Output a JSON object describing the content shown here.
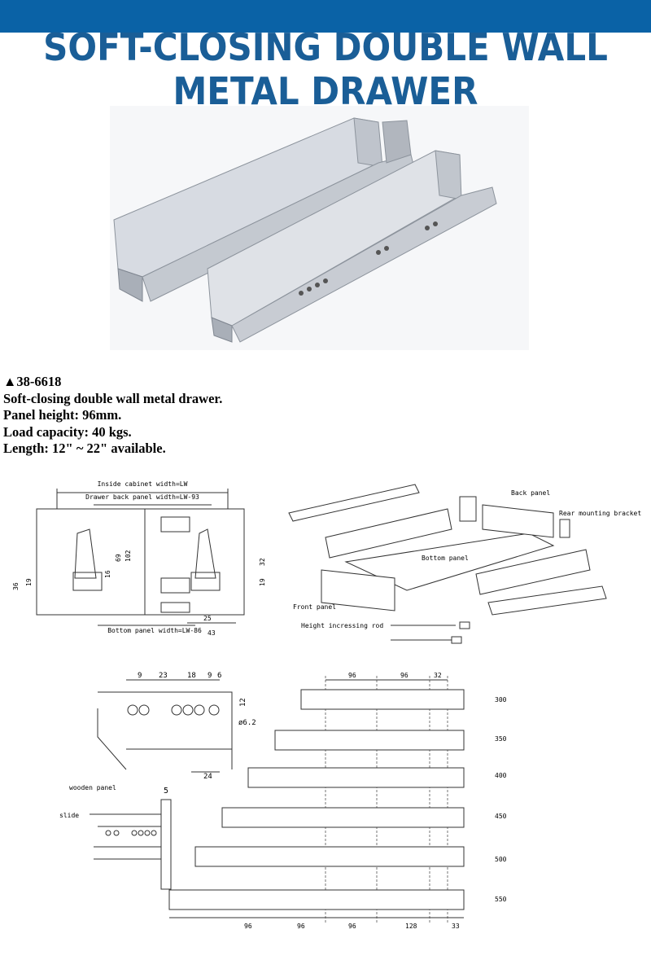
{
  "title": "SOFT-CLOSING DOUBLE  WALL METAL DRAWER",
  "spec": {
    "model": "▲38-6618",
    "line1": "Soft-closing double wall metal drawer.",
    "line2": "Panel height: 96mm.",
    "line3": "Load capacity: 40 kgs.",
    "line4": "Length: 12\" ~ 22\" available."
  },
  "section_drawing": {
    "inside_cabinet": "Inside cabinet width=LW",
    "back_panel": "Drawer back panel width=LW-93",
    "bottom_panel": "Bottom panel width=LW-86",
    "dims": [
      "69",
      "102",
      "16",
      "19",
      "36",
      "32",
      "19",
      "25",
      "43"
    ]
  },
  "exploded": {
    "back_panel": "Back panel",
    "rear_bracket": "Rear mounting bracket",
    "bottom_panel": "Bottom panel",
    "front_panel": "Front panel",
    "height_rod": "Height incressing rod"
  },
  "hole_detail": {
    "dims": [
      "9",
      "23",
      "18",
      "9",
      "6",
      "12",
      "ø6.2",
      "24"
    ]
  },
  "wood_detail": {
    "wooden_panel": "wooden panel",
    "slide": "slide",
    "dim": "5"
  },
  "slides": {
    "top_dims": [
      "96",
      "96",
      "32"
    ],
    "lengths": [
      "300",
      "350",
      "400",
      "450",
      "500",
      "550"
    ],
    "bottom_dims": [
      "96",
      "96",
      "96",
      "128",
      "33"
    ]
  }
}
